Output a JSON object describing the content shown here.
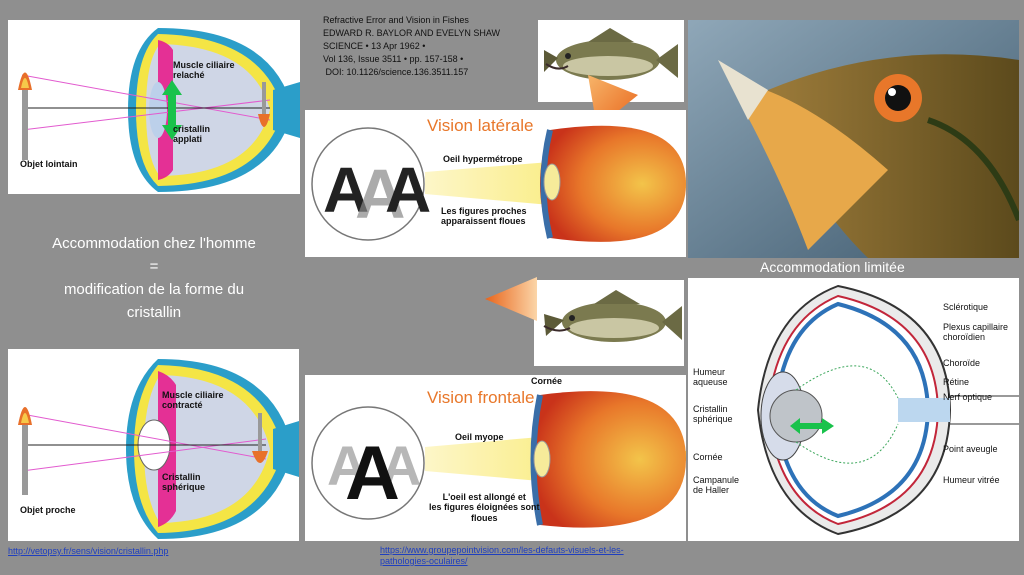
{
  "reference": {
    "line1": "Refractive Error and Vision in Fishes",
    "line2": "EDWARD R. BAYLOR AND EVELYN SHAW",
    "line3": "SCIENCE • 13 Apr 1962 •",
    "line4": "Vol 136, Issue 3511 • pp. 157-158 •",
    "line5": " DOI: 10.1126/science.136.3511.157"
  },
  "human_eye_far": {
    "muscle": "Muscle ciliaire\nrelaché",
    "lens": "cristallin\napplati",
    "object": "Objet lointain"
  },
  "human_eye_near": {
    "muscle": "Muscle ciliaire\ncontracté",
    "lens": "Cristallin\nsphérique",
    "object": "Objet proche"
  },
  "center_text": {
    "line1": "Accommodation chez l'homme",
    "line2": "=",
    "line3": "modification de la forme du",
    "line4": "cristallin"
  },
  "lateral": {
    "title": "Vision latérale",
    "label1": "Oeil hypermétrope",
    "label2": "Les figures proches\napparaissent floues"
  },
  "frontal": {
    "title": "Vision frontale",
    "cornea": "Cornée",
    "label1": "Oeil myope",
    "label2": "L'oeil est allongé et\nles figures éloignées sont\nfloues"
  },
  "limited": {
    "title": "Accommodation limitée"
  },
  "fish_eye": {
    "sclerotique": "Sclérotique",
    "plexus": "Plexus capillaire\nchoroïdien",
    "choroide": "Choroïde",
    "retine": "Rétine",
    "nerf": "Nerf optique",
    "humeur_aqueuse": "Humeur\naqueuse",
    "cristallin": "Cristallin\nsphérique",
    "cornee": "Cornée",
    "campanule": "Campanule\nde Haller",
    "point_aveugle": "Point aveugle",
    "humeur_vitree": "Humeur vitrée"
  },
  "links": {
    "left": "http://vetopsy.fr/sens/vision/cristallin.php",
    "right": "https://www.groupepointvision.com/les-defauts-visuels-et-les-\npathologies-oculaires/"
  },
  "colors": {
    "background": "#8f8f8f",
    "orange": "#e8772a",
    "link": "#1f3fbf"
  }
}
